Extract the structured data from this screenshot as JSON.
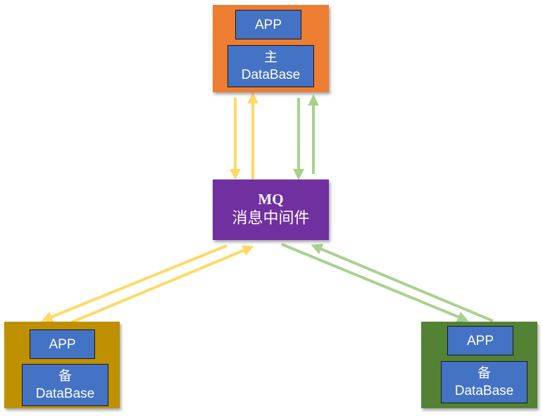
{
  "colors": {
    "master_bg": "#ed7d31",
    "mq_bg": "#7030a0",
    "standby_left_bg": "#bf9000",
    "standby_right_bg": "#548235",
    "inner_box": "#4472c4",
    "yellow_arrow": "#ffd966",
    "green_arrow": "#a9d18e"
  },
  "master": {
    "app_label": "APP",
    "db_role": "主",
    "db_label": "DataBase"
  },
  "mq": {
    "title": "MQ",
    "subtitle": "消息中间件"
  },
  "standby_left": {
    "app_label": "APP",
    "db_role": "备",
    "db_label": "DataBase"
  },
  "standby_right": {
    "app_label": "APP",
    "db_role": "备",
    "db_label": "DataBase"
  },
  "connections": [
    {
      "from": "master",
      "to": "mq",
      "color": "yellow"
    },
    {
      "from": "mq",
      "to": "master",
      "color": "yellow"
    },
    {
      "from": "master",
      "to": "mq",
      "color": "green"
    },
    {
      "from": "mq",
      "to": "master",
      "color": "green"
    },
    {
      "from": "mq",
      "to": "standby_left",
      "color": "yellow"
    },
    {
      "from": "standby_left",
      "to": "mq",
      "color": "yellow"
    },
    {
      "from": "mq",
      "to": "standby_right",
      "color": "green"
    },
    {
      "from": "standby_right",
      "to": "mq",
      "color": "green"
    }
  ]
}
